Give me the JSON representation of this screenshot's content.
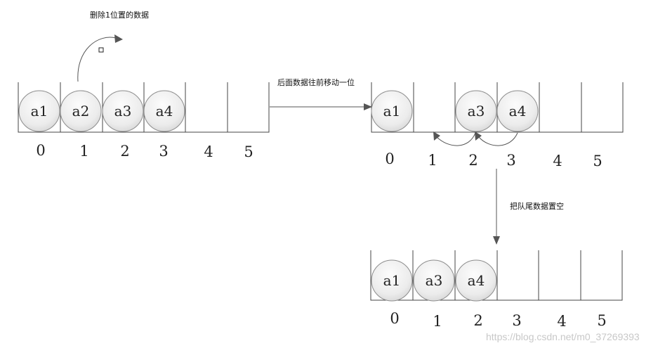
{
  "captions": {
    "delete": "删除1位置的数据",
    "shift": "后面数据往前移动一位",
    "clear_tail": "把队尾数据置空"
  },
  "arrays": [
    {
      "id": "before",
      "indices": [
        "0",
        "1",
        "2",
        "3",
        "4",
        "5"
      ],
      "cells": [
        "a1",
        "a2",
        "a3",
        "a4",
        "",
        ""
      ]
    },
    {
      "id": "shifting",
      "indices": [
        "0",
        "1",
        "2",
        "3",
        "4",
        "5"
      ],
      "cells": [
        "a1",
        "",
        "a3",
        "a4",
        "",
        ""
      ]
    },
    {
      "id": "after",
      "indices": [
        "0",
        "1",
        "2",
        "3",
        "4",
        "5"
      ],
      "cells": [
        "a1",
        "a3",
        "a4",
        "",
        "",
        ""
      ]
    }
  ],
  "watermark": "https://blog.csdn.net/m0_37269393",
  "colors": {
    "line": "#444444",
    "arrow": "#555555",
    "ball_light": "#fafafa",
    "ball_dark": "#d8d8d8"
  }
}
